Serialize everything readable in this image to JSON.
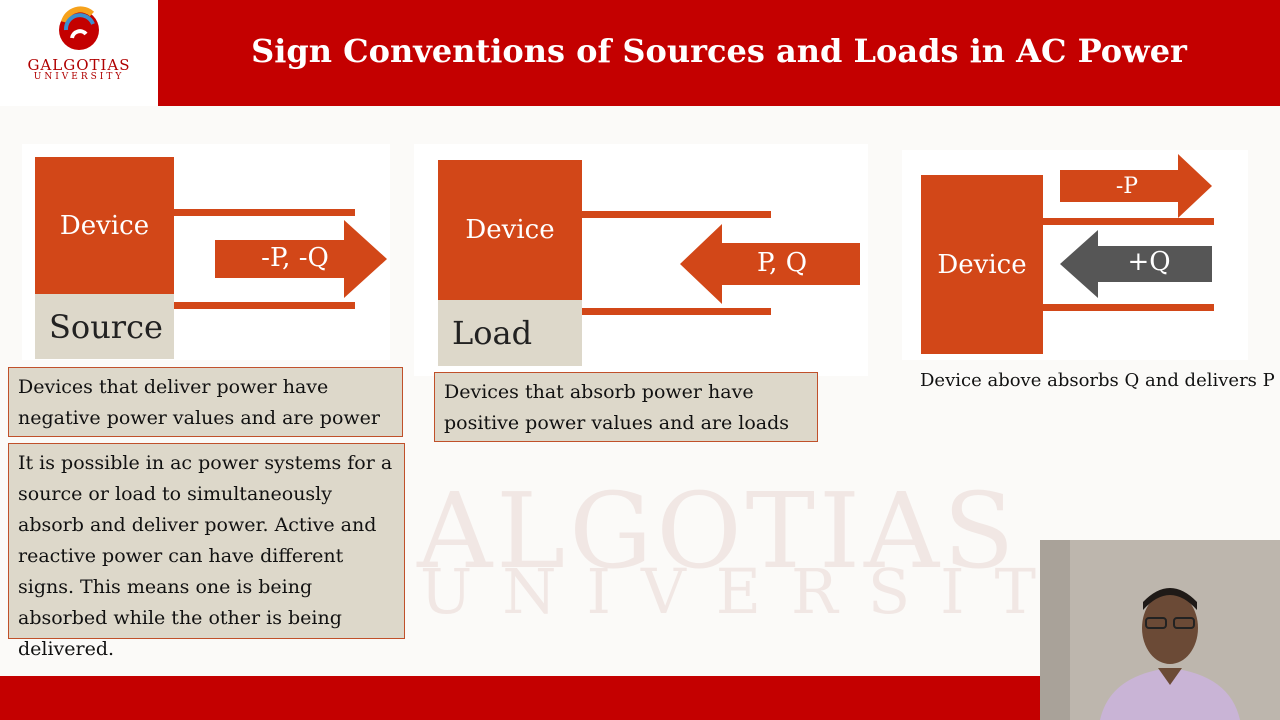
{
  "header": {
    "title": "Sign Conventions of Sources and Loads in AC Power",
    "logo_name": "GALGOTIAS",
    "logo_sub": "UNIVERSITY"
  },
  "watermark": {
    "big": "GALGOTIAS",
    "small": "UNIVERSITY"
  },
  "diagrams": {
    "source": {
      "device_label": "Device",
      "tag_label": "Source",
      "arrow_label": "-P, -Q"
    },
    "load": {
      "device_label": "Device",
      "tag_label": "Load",
      "arrow_label": "P, Q"
    },
    "mixed": {
      "device_label": "Device",
      "arrow_p_label": "-P",
      "arrow_q_label": "+Q",
      "caption": "Device above absorbs Q and delivers P"
    }
  },
  "notes": {
    "source_note": "Devices that deliver power have negative power values and are power sources",
    "load_note": "Devices that absorb power have positive power values and are loads",
    "ac_note": "It is possible in ac power systems for a source or load to simultaneously absorb and deliver power.   Active and reactive power can have different signs.  This means one is being absorbed while the other is being delivered."
  },
  "colors": {
    "brand_red": "#c40000",
    "device_orange": "#d24718",
    "tag_beige": "#ddd8ca",
    "dark_arrow": "#565656"
  }
}
